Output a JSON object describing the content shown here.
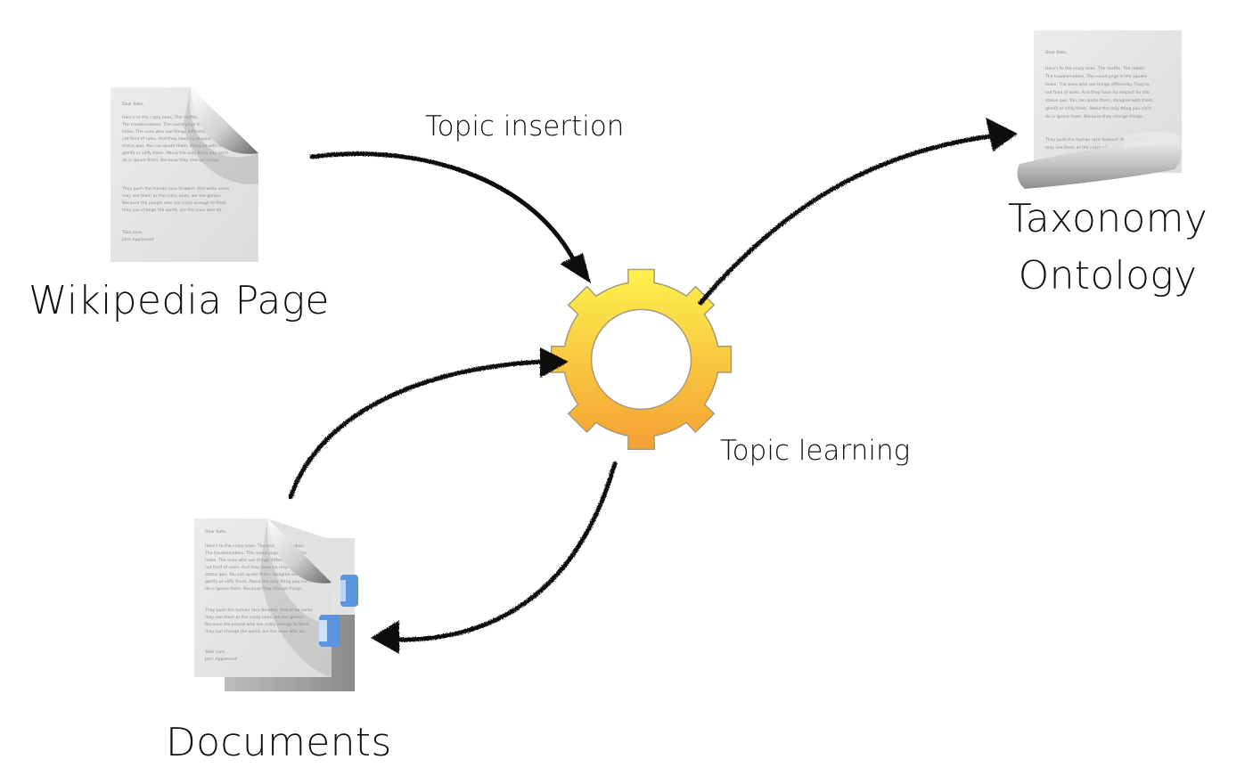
{
  "nodes": {
    "wikipedia": {
      "label": "Wikipedia Page"
    },
    "taxonomy": {
      "line1": "Taxonomy",
      "line2": "Ontology"
    },
    "documents": {
      "label": "Documents"
    }
  },
  "edges": {
    "insertion": {
      "label": "Topic insertion"
    },
    "learning": {
      "label": "Topic learning"
    }
  },
  "doc_text": {
    "salutation": "Dear Kate,",
    "p1": [
      "Here's to the crazy ones. The misfits. The rebels.",
      "The troublemakers. The round pegs in the square",
      "holes. The ones who see things differently. They're",
      "not fond of rules. And they have no respect for the",
      "status quo. You can quote them, disagree with them,",
      "glorify or vilify them. About the only thing you can't",
      "do is ignore them. Because they change things."
    ],
    "p2": [
      "They push the human race forward. And while some",
      "may see them as the crazy ones, we see genius.",
      "Because the people who are crazy enough to think",
      "they can change the world, are the ones who do."
    ],
    "closing": [
      "Take care,",
      "John Appleseed"
    ]
  },
  "colors": {
    "gear_top": "#fdf24e",
    "gear_bottom": "#f4a033",
    "tab_blue": "#5b95e0",
    "arrow": "#111111"
  }
}
